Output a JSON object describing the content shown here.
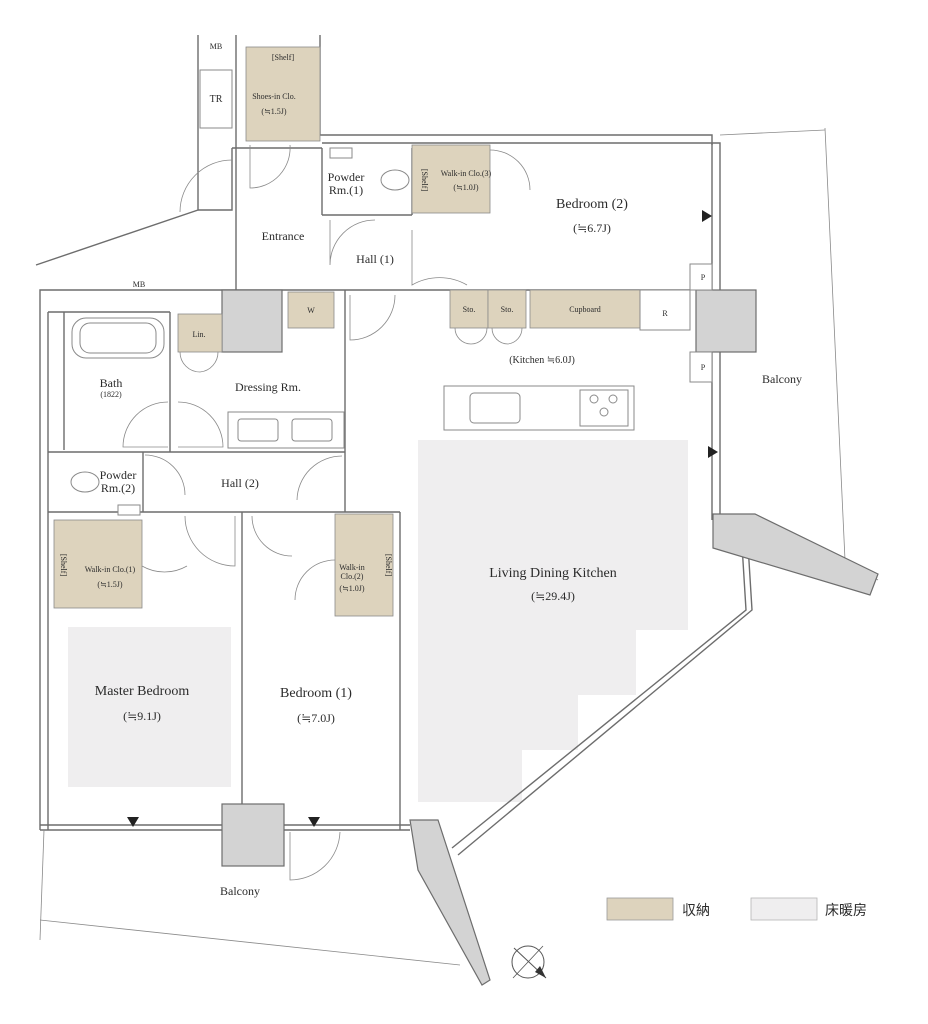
{
  "rooms": {
    "bedroom2": {
      "name": "Bedroom (2)",
      "size": "(≒6.7J)"
    },
    "walkin3": {
      "name": "Walk-in Clo.(3)",
      "size": "(≒1.0J)"
    },
    "powder1": {
      "name1": "Powder",
      "name2": "Rm.(1)"
    },
    "entrance": {
      "name": "Entrance"
    },
    "hall1": {
      "name": "Hall (1)"
    },
    "shoes": {
      "name": "Shoes-in Clo.",
      "size": "(≒1.5J)"
    },
    "kitchen": {
      "name": "(Kitchen ≒6.0J)"
    },
    "bath": {
      "name": "Bath",
      "size": "(1822)"
    },
    "dressing": {
      "name": "Dressing Rm."
    },
    "linen": {
      "name": "Lin."
    },
    "washer": {
      "name": "W"
    },
    "powder2": {
      "name1": "Powder",
      "name2": "Rm.(2)"
    },
    "hall2": {
      "name": "Hall (2)"
    },
    "walkin1": {
      "name": "Walk-in Clo.(1)",
      "size": "(≒1.5J)"
    },
    "walkin2": {
      "name1": "Walk-in",
      "name2": "Clo.(2)",
      "size": "(≒1.0J)"
    },
    "ldk": {
      "name": "Living Dining Kitchen",
      "size": "(≒29.4J)"
    },
    "master": {
      "name": "Master Bedroom",
      "size": "(≒9.1J)"
    },
    "bedroom1": {
      "name": "Bedroom (1)",
      "size": "(≒7.0J)"
    },
    "balcony_right": {
      "name": "Balcony"
    },
    "balcony_bottom": {
      "name": "Balcony"
    }
  },
  "fixtures": {
    "mb_top": "MB",
    "mb_left": "MB",
    "tr": "TR",
    "sto1": "Sto.",
    "sto2": "Sto.",
    "cupboard": "Cupboard",
    "refrigerator": "R",
    "pipe1": "P",
    "pipe2": "P",
    "shelf": "[Shelf]"
  },
  "legend": {
    "storage": {
      "label": "収納",
      "color": "#ddd3bd"
    },
    "floor_heating": {
      "label": "床暖房",
      "color": "#efeeef"
    }
  },
  "colors": {
    "storage": "#ddd3bd",
    "floor_heating": "#efeeef",
    "pillar": "#d3d3d3",
    "wall": "#6d6d6d"
  },
  "icons": [
    "north-arrow-icon",
    "ventilation-marker-icon"
  ]
}
